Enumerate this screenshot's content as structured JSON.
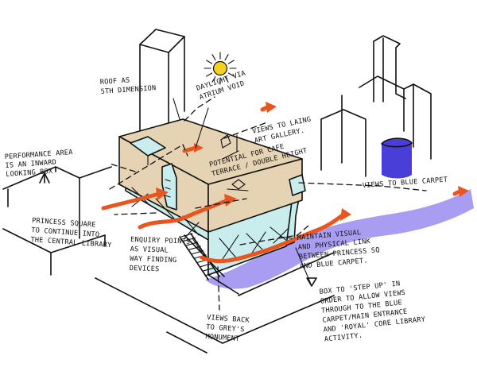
{
  "colors": {
    "building_top": "#e6d3b4",
    "glass": "#c9ecec",
    "blue_carpet": "#9a8cf0",
    "orange_arrow": "#e8551e",
    "sun": "#f2d21e",
    "drum": "#4a3ed8"
  },
  "annotations": {
    "roof": [
      "ROOF AS",
      "5TH DIMENSION"
    ],
    "daylight": [
      "DAYLIGHT VIA",
      "ATRIUM VOID"
    ],
    "views_laing": [
      "VIEWS TO LAING",
      "ART GALLERY."
    ],
    "performance": [
      "PERFORMANCE AREA",
      "IS AN INWARD",
      "LOOKING BOX"
    ],
    "cafe": [
      "POTENTIAL FOR CAFE",
      "TERRACE / DOUBLE HEIGHT"
    ],
    "views_blue": [
      "VIEWS TO BLUE CARPET"
    ],
    "princess": [
      "PRINCESS SQUARE",
      "TO CONTINUE INTO",
      "THE CENTRAL LIBRARY"
    ],
    "entry": [
      "ENQUIRY POINTS",
      "AS VISUAL",
      "WAY FINDING",
      "DEVICES"
    ],
    "maintain": [
      "MAINTAIN VISUAL",
      "AND PHYSICAL LINK",
      "BETWEEN PRINCESS SQ",
      "AND BLUE CARPET."
    ],
    "step_up": [
      "BOX TO 'STEP UP' IN",
      "ORDER TO ALLOW VIEWS",
      "THROUGH TO THE BLUE",
      "CARPET/MAIN ENTRANCE",
      "AND 'ROYAL' CORE LIBRARY",
      "ACTIVITY."
    ],
    "views_grey": [
      "VIEWS BACK",
      "TO GREY'S",
      "MONUMENT"
    ]
  }
}
